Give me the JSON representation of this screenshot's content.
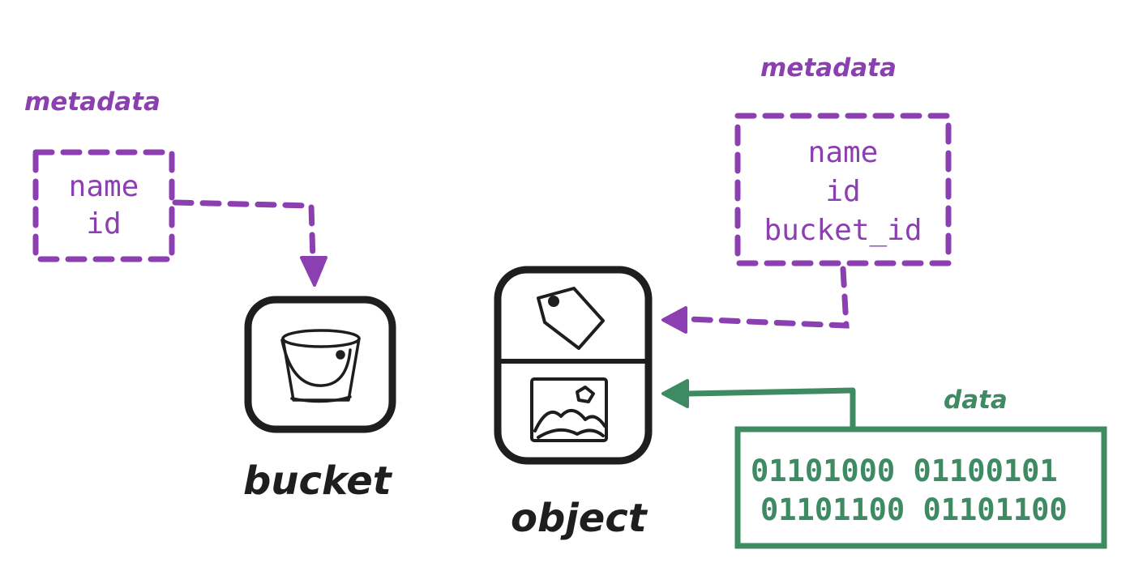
{
  "colors": {
    "metadata": "#8b3fb0",
    "data": "#3e8a63",
    "ink": "#1e1e1e",
    "background": "#ffffff"
  },
  "bucket_metadata": {
    "label": "metadata",
    "fields": [
      "name",
      "id"
    ]
  },
  "object_metadata": {
    "label": "metadata",
    "fields": [
      "name",
      "id",
      "bucket_id"
    ]
  },
  "bucket": {
    "label": "bucket",
    "icon": "bucket-icon"
  },
  "object": {
    "label": "object",
    "icons": [
      "tag-icon",
      "image-icon"
    ]
  },
  "data_block": {
    "label": "data",
    "lines": [
      "01101000 01100101",
      "01101100 01101100"
    ]
  }
}
